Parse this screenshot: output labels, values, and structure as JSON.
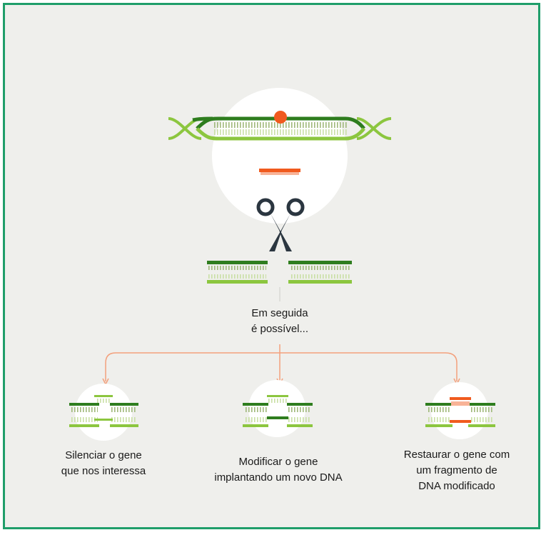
{
  "diagram": {
    "caption_top": [
      "Em seguida",
      "é possível..."
    ],
    "options": [
      {
        "id": "silence",
        "label": [
          "Silenciar o gene",
          "que nos interessa"
        ]
      },
      {
        "id": "modify",
        "label": [
          "Modificar o gene",
          "implantando um novo DNA"
        ]
      },
      {
        "id": "restore",
        "label": [
          "Restaurar o gene com",
          "um fragmento de",
          "DNA modificado"
        ]
      }
    ]
  },
  "colors": {
    "frame": "#1f9e6a",
    "dark_green": "#2e7d1e",
    "light_green": "#8cc63f",
    "orange": "#f05a1e",
    "scissors": "#2b3640",
    "arrow": "#f3a07c",
    "background": "#efefec"
  },
  "icons": [
    "dna-double-helix-icon",
    "guide-rna-icon",
    "scissors-icon",
    "cut-dna-icon"
  ]
}
